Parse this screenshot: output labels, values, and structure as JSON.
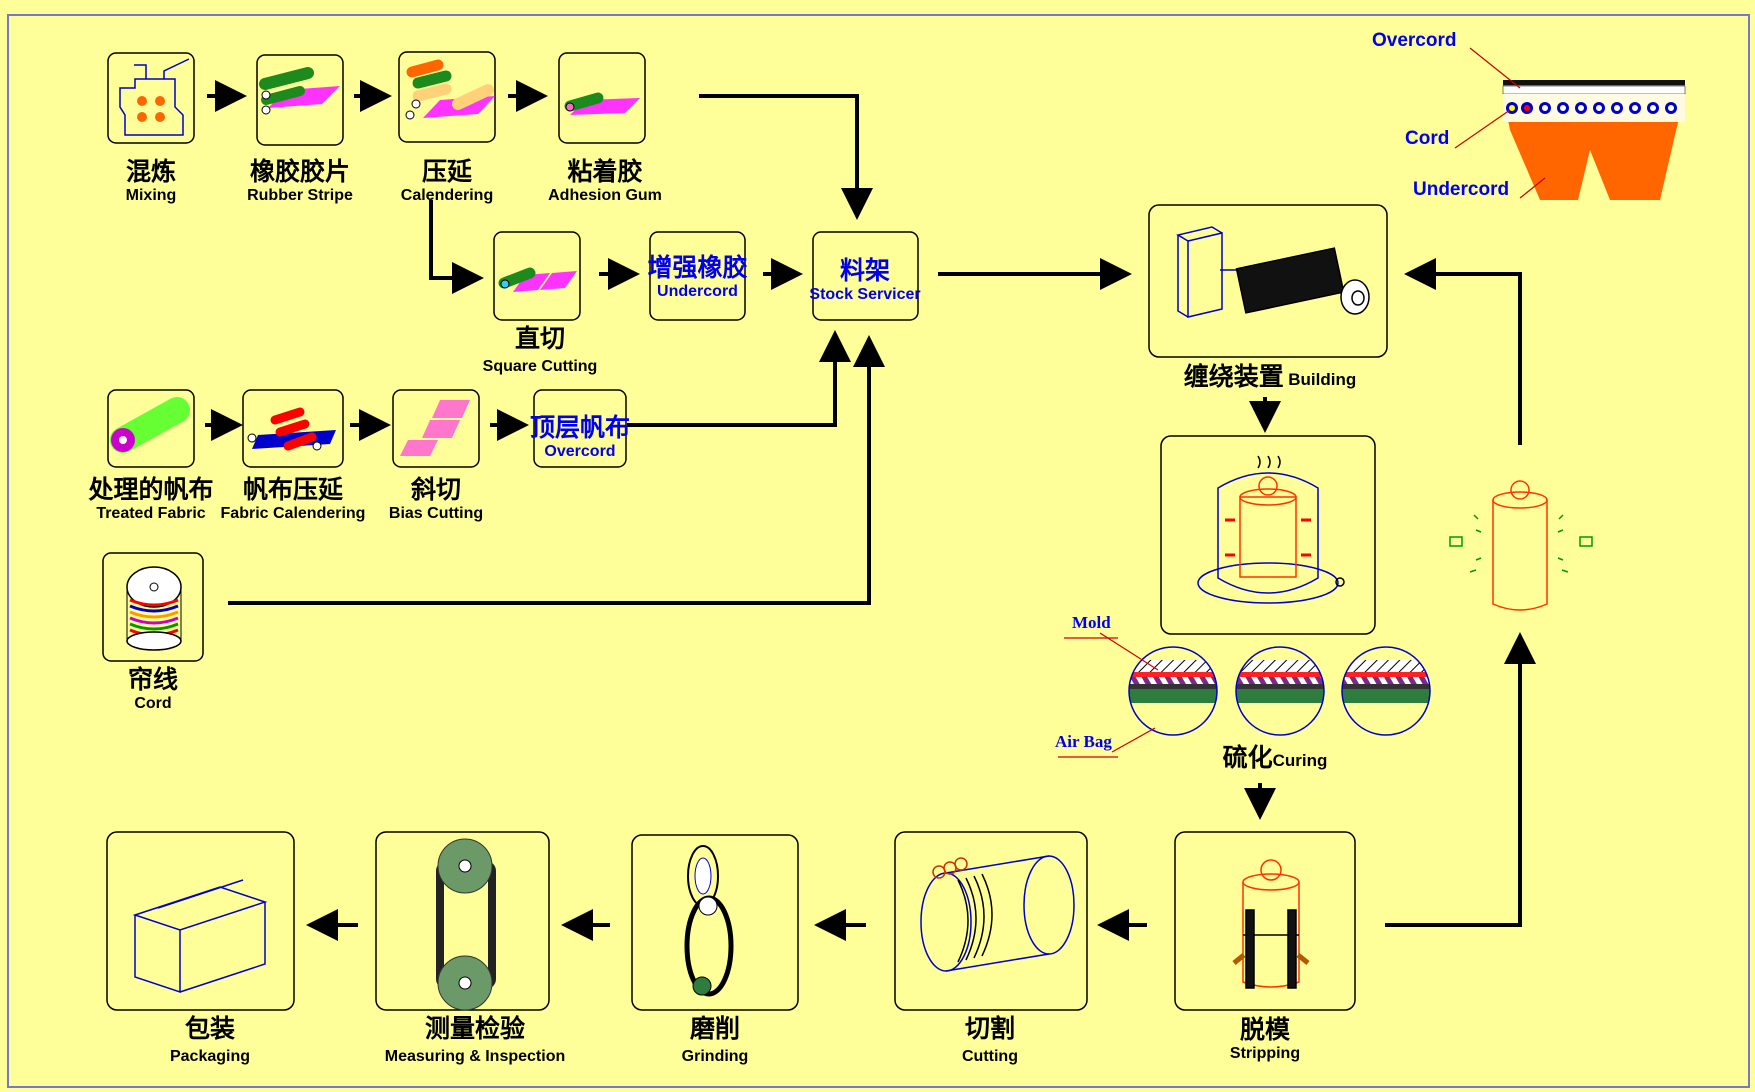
{
  "steps": {
    "mixing": {
      "zh": "混炼",
      "en": "Mixing"
    },
    "rubber_stripe": {
      "zh": "橡胶胶片",
      "en": "Rubber Stripe"
    },
    "calendering": {
      "zh": "压延",
      "en": "Calendering"
    },
    "adhesion_gum": {
      "zh": "粘着胶",
      "en": "Adhesion Gum"
    },
    "square_cutting": {
      "zh": "直切",
      "en": "Square Cutting"
    },
    "undercord": {
      "zh": "增强橡胶",
      "en": "Undercord"
    },
    "stock_servicer": {
      "zh": "料架",
      "en": "Stock Servicer"
    },
    "treated_fabric": {
      "zh": "处理的帆布",
      "en": "Treated Fabric"
    },
    "fabric_calendering": {
      "zh": "帆布压延",
      "en": "Fabric Calendering"
    },
    "bias_cutting": {
      "zh": "斜切",
      "en": "Bias Cutting"
    },
    "overcord": {
      "zh": "顶层帆布",
      "en": "Overcord"
    },
    "cord": {
      "zh": "帘线",
      "en": "Cord"
    },
    "building": {
      "zh": "缠绕装置",
      "en": "Building"
    },
    "curing": {
      "zh": "硫化",
      "en": "Curing"
    },
    "stripping": {
      "zh": "脱模",
      "en": "Stripping"
    },
    "cutting": {
      "zh": "切割",
      "en": "Cutting"
    },
    "grinding": {
      "zh": "磨削",
      "en": "Grinding"
    },
    "measuring": {
      "zh": "测量检验",
      "en": "Measuring & Inspection"
    },
    "packaging": {
      "zh": "包装",
      "en": "Packaging"
    }
  },
  "belt_section": {
    "overcord": "Overcord",
    "cord": "Cord",
    "undercord": "Undercord"
  },
  "curing_labels": {
    "mold": "Mold",
    "air_bag": "Air Bag"
  },
  "colors": {
    "background": "#ffff99",
    "flow_arrow": "#000000",
    "label_blue": "#0000ee",
    "belt_orange": "#ff6600",
    "mold_red": "#ff2222"
  }
}
